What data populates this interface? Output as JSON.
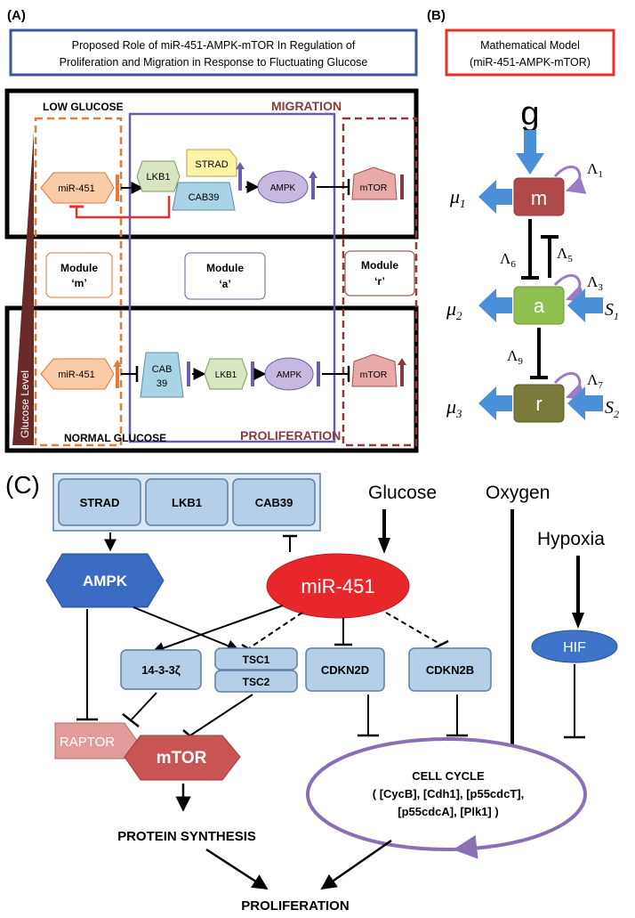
{
  "colors": {
    "low_box": "#000000",
    "title_a_border": "#3b5694",
    "title_b_border": "#e8312f",
    "orange_dash": "#e07b39",
    "brown_dash": "#8b3a3a",
    "purple_box": "#6b5ea8",
    "mir_fill": "#f9cba7",
    "lkb1_fill": "#d7e6c0",
    "strad_fill": "#fbf3a6",
    "cab39_fill": "#a9d4e6",
    "ampk_ellipse_fill": "#c7b8df",
    "mtor_pent_fill": "#e8a9a9",
    "glucose_triangle": "#6b2a2a",
    "module_m": "#b04a4a",
    "module_a": "#8fc04f",
    "module_r": "#7a7a3a",
    "blue_arrow": "#4a90d9",
    "purple_curve": "#9b7cc4",
    "c_box_fill": "#b5cfe8",
    "c_box_border": "#5b7fa6",
    "ampk_hex": "#3a6bc2",
    "mir451_oval": "#e8272a",
    "hif_oval": "#3d74c7",
    "raptor_fill": "#e39a9a",
    "mtor_hex": "#c85454",
    "cell_cycle_ring": "#8b6fb5"
  },
  "panel_a": {
    "label": "(A)",
    "title_line1": "Proposed Role of miR-451-AMPK-mTOR In Regulation of",
    "title_line2": "Proliferation and Migration in Response to Fluctuating Glucose",
    "low_glucose": "LOW GLUCOSE",
    "migration": "MIGRATION",
    "normal_glucose": "NORMAL GLUCOSE",
    "proliferation": "PROLIFERATION",
    "glucose_level": "Glucose Level",
    "top_row": {
      "mir451": "miR-451",
      "lkb1": "LKB1",
      "strad": "STRAD",
      "cab39": "CAB39",
      "ampk": "AMPK",
      "mtor": "mTOR"
    },
    "modules": [
      {
        "line1": "Module",
        "line2": "‘m’"
      },
      {
        "line1": "Module",
        "line2": "‘a’"
      },
      {
        "line1": "Module",
        "line2": "‘r’"
      }
    ],
    "bottom_row": {
      "mir451": "miR-451",
      "cab39_line1": "CAB",
      "cab39_line2": "39",
      "lkb1": "LKB1",
      "ampk": "AMPK",
      "mtor": "mTOR"
    }
  },
  "panel_b": {
    "label": "(B)",
    "title_line1": "Mathematical Model",
    "title_line2": "(miR-451-AMPK-mTOR)",
    "g": "g",
    "nodes": [
      "m",
      "a",
      "r"
    ],
    "mu": [
      {
        "base": "μ",
        "sub": "1"
      },
      {
        "base": "μ",
        "sub": "2"
      },
      {
        "base": "μ",
        "sub": "3"
      }
    ],
    "lambdas": {
      "l1": {
        "base": "Λ",
        "sub": "1"
      },
      "l3": {
        "base": "Λ",
        "sub": "3"
      },
      "l5": {
        "base": "Λ",
        "sub": "5"
      },
      "l6": {
        "base": "Λ",
        "sub": "6"
      },
      "l7": {
        "base": "Λ",
        "sub": "7"
      },
      "l9": {
        "base": "Λ",
        "sub": "9"
      }
    },
    "s1": {
      "base": "S",
      "sub": "1"
    },
    "s2": {
      "base": "S",
      "sub": "2"
    }
  },
  "panel_c": {
    "label": "(C)",
    "strad": "STRAD",
    "lkb1": "LKB1",
    "cab39": "CAB39",
    "glucose": "Glucose",
    "oxygen": "Oxygen",
    "hypoxia": "Hypoxia",
    "ampk": "AMPK",
    "mir451": "miR-451",
    "p1433": "14-3-3ζ",
    "tsc1": "TSC1",
    "tsc2": "TSC2",
    "cdkn2d": "CDKN2D",
    "cdkn2b": "CDKN2B",
    "hif": "HIF",
    "raptor": "RAPTOR",
    "mtor": "mTOR",
    "cell_cycle_title": "CELL CYCLE",
    "cell_cycle_line2": "( [CycB], [Cdh1], [p55cdcT],",
    "cell_cycle_line3": "[p55cdcA], [Plk1] )",
    "protein_synthesis": "PROTEIN SYNTHESIS",
    "proliferation": "PROLIFERATION"
  }
}
